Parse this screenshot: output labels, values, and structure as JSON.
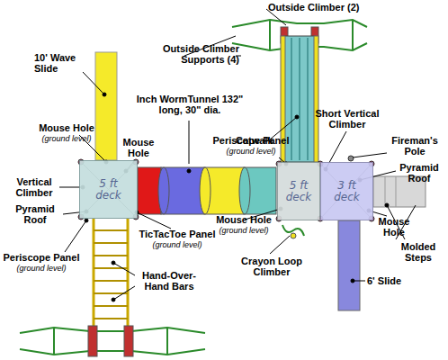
{
  "diagram": {
    "nodes": [
      {
        "text": [
          "5 ft deck"
        ]
      },
      {
        "text": [
          "5 ft deck"
        ]
      },
      {
        "text": [
          "3 ft deck"
        ]
      }
    ],
    "labels": [
      "Outside Climber (2)",
      "Outside Climber Supports (4)",
      "10' Wave Slide",
      "Inch WormTunnel 132\" long, 30\" dia.",
      "Catwalk",
      "Short Vertical Climber",
      "Fireman's Pole",
      "Mouse Hole",
      "(ground level)",
      "Mouse Hole",
      "Periscope Panel",
      "(ground level)",
      "Pyramid Roof",
      "Vertical Climber",
      "Pyramid Roof",
      "Periscope Panel",
      "(ground level)",
      "Mouse Hole",
      "(ground level)",
      "Molded Steps",
      "TicTacToe Panel",
      "(ground level)",
      "Crayon Loop Climber",
      "Mouse Hole",
      "6' Slide",
      "Hand-Over-Hand Bars"
    ]
  }
}
